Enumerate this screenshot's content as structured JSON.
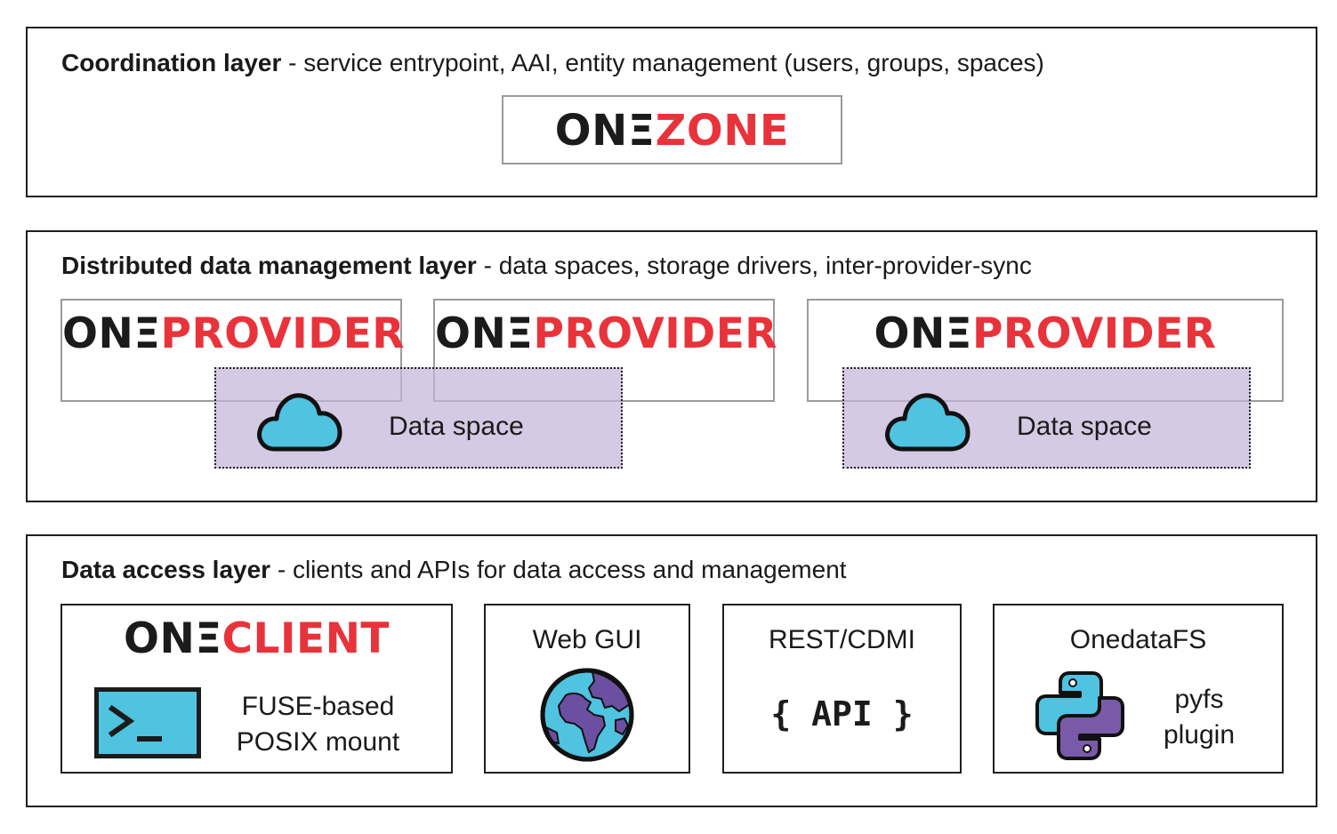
{
  "coordination": {
    "title": "Coordination layer",
    "description": "- service entrypoint, AAI, entity management (users, groups, spaces)",
    "logo_prefix": "ON",
    "logo_sep": "Ξ",
    "logo_suffix": "ZONE"
  },
  "data_management": {
    "title": "Distributed data management layer",
    "description": "- data spaces, storage drivers, inter-provider-sync",
    "providers": [
      {
        "prefix": "ON",
        "sep": "Ξ",
        "suffix": "PROVIDER"
      },
      {
        "prefix": "ON",
        "sep": "Ξ",
        "suffix": "PROVIDER"
      },
      {
        "prefix": "ON",
        "sep": "Ξ",
        "suffix": "PROVIDER"
      }
    ],
    "data_spaces": [
      {
        "label": "Data space",
        "icon": "cloud-icon"
      },
      {
        "label": "Data space",
        "icon": "cloud-icon"
      }
    ]
  },
  "data_access": {
    "title": "Data access layer",
    "description": "- clients and APIs for data access and management",
    "oneclient": {
      "prefix": "ON",
      "sep": "Ξ",
      "suffix": "CLIENT",
      "line1": "FUSE-based",
      "line2": "POSIX mount",
      "icon": "terminal-icon"
    },
    "web_gui": {
      "label": "Web GUI",
      "icon": "globe-icon"
    },
    "rest": {
      "label": "REST/CDMI",
      "api": "{ API }"
    },
    "onedatafs": {
      "label": "OnedataFS",
      "line1": "pyfs",
      "line2": "plugin",
      "icon": "python-icon"
    }
  },
  "colors": {
    "brand_red": "#e8333b",
    "dark": "#1b1b1b",
    "cloud_blue": "#4fc3e0",
    "data_space_fill": "#c4b6d8",
    "globe_purple": "#6b4fa0",
    "python_purple": "#7a5aa8"
  }
}
